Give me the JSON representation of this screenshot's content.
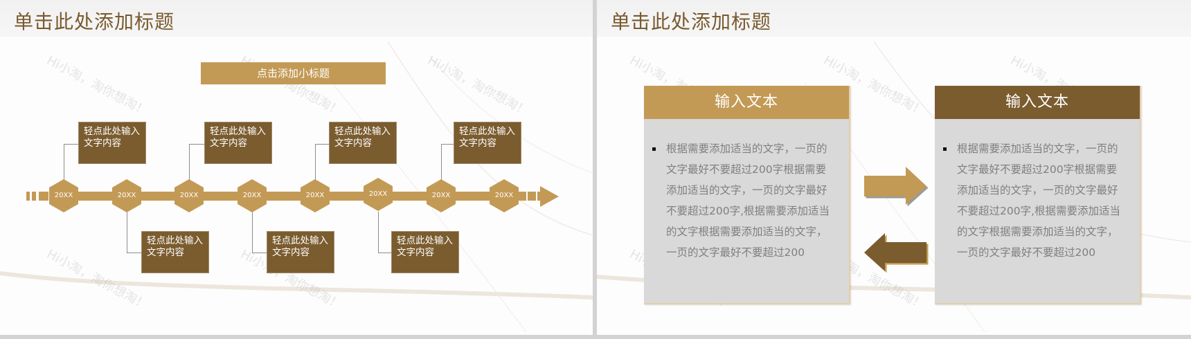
{
  "left_slide": {
    "title": "单击此处添加标题",
    "subtitle": "点击添加小标题",
    "timeline": {
      "nodes": [
        {
          "label": "20XX",
          "box_position": "top",
          "box_text_line1": "轻点此处输入",
          "box_text_line2": "文字内容"
        },
        {
          "label": "20XX",
          "box_position": "bottom",
          "box_text_line1": "轻点此处输入",
          "box_text_line2": "文字内容"
        },
        {
          "label": "20XX",
          "box_position": "top",
          "box_text_line1": "轻点此处输入",
          "box_text_line2": "文字内容"
        },
        {
          "label": "20XX",
          "box_position": "bottom",
          "box_text_line1": "轻点此处输入",
          "box_text_line2": "文字内容"
        },
        {
          "label": "20XX",
          "box_position": "top",
          "box_text_line1": "轻点此处输入",
          "box_text_line2": "文字内容"
        },
        {
          "label": "20XX",
          "box_position": "bottom",
          "box_text_line1": "轻点此处输入",
          "box_text_line2": "文字内容"
        },
        {
          "label": "20XX",
          "box_position": "top",
          "box_text_line1": "轻点此处输入",
          "box_text_line2": "文字内容"
        },
        {
          "label": "20XX",
          "box_position": "none"
        }
      ]
    },
    "watermark": "Hi小淘，淘你想淘！"
  },
  "right_slide": {
    "title": "单击此处添加标题",
    "cards": [
      {
        "header": "输入文本",
        "header_color": "#c39a55",
        "body": "根据需要添加适当的文字，一页的文字最好不要超过200字根据需要添加适当的文字，一页的文字最好不要超过200字,根据需要添加适当的文字根据需要添加适当的文字，一页的文字最好不要超过200"
      },
      {
        "header": "输入文本",
        "header_color": "#7b5c2f",
        "body": "根据需要添加适当的文字，一页的文字最好不要超过200字根据需要添加适当的文字，一页的文字最好不要超过200字,根据需要添加适当的文字根据需要添加适当的文字，一页的文字最好不要超过200"
      }
    ],
    "arrows": [
      {
        "direction": "right",
        "color": "#c39a55"
      },
      {
        "direction": "left",
        "color": "#7b5c2f"
      }
    ],
    "watermark": "Hi小淘，淘你想淘！"
  },
  "colors": {
    "gold": "#c39a55",
    "brown": "#7b5c2f",
    "title": "#7a5a2e",
    "card_bg": "#d9d9d9",
    "body_text": "#7f7f7f"
  }
}
